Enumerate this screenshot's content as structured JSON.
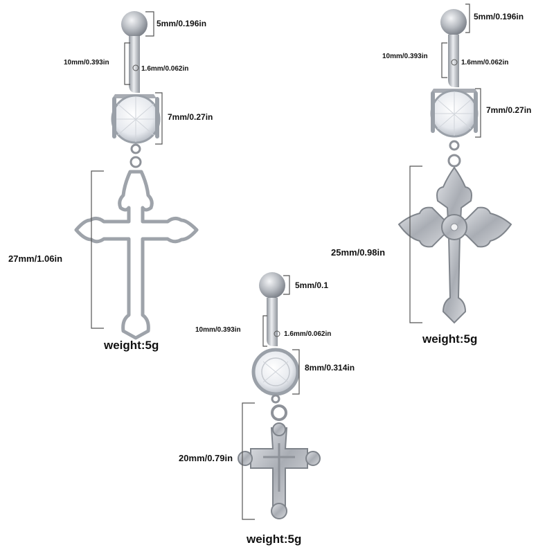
{
  "products": [
    {
      "ball": "5mm/0.196in",
      "length": "10mm/0.393in",
      "gauge": "1.6mm/0.062in",
      "gem": "7mm/0.27in",
      "cross": "27mm/1.06in",
      "weight": "weight:5g"
    },
    {
      "ball": "5mm/0.196in",
      "length": "10mm/0.393in",
      "gauge": "1.6mm/0.062in",
      "gem": "7mm/0.27in",
      "cross": "25mm/0.98in",
      "weight": "weight:5g"
    },
    {
      "ball": "5mm/0.1",
      "length": "10mm/0.393in",
      "gauge": "1.6mm/0.062in",
      "gem": "8mm/0.314in",
      "cross": "20mm/0.79in",
      "weight": "weight:5g"
    }
  ],
  "colors": {
    "metal": "#c9ccd1",
    "metal_dark": "#8e9299",
    "gem": "#f2f4f7",
    "dimension_line": "#555555"
  }
}
